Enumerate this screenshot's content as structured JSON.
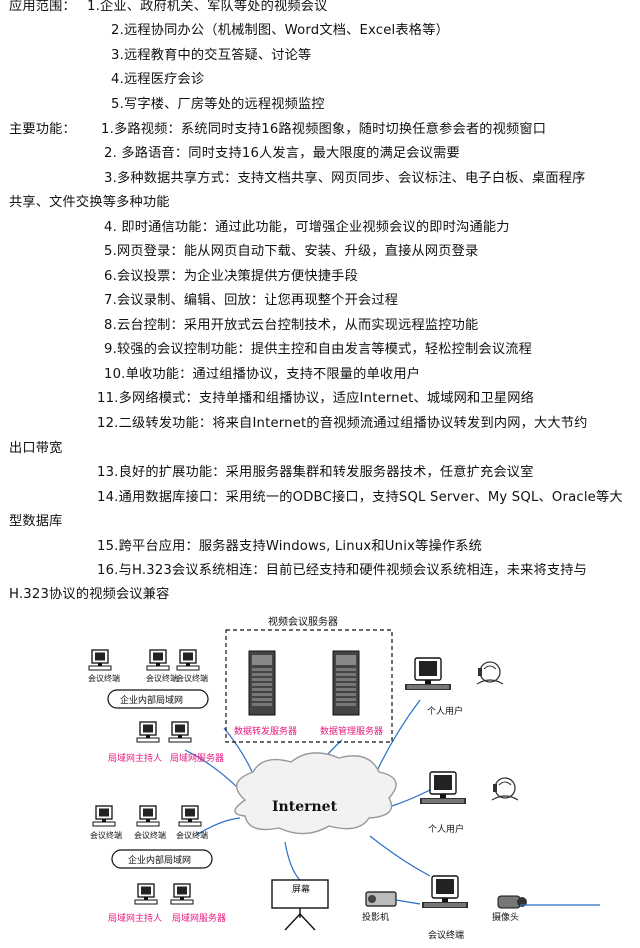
{
  "lines": [
    {
      "label": "应用范围：",
      "text": "1.企业、政府机关、军队等处的视频会议"
    },
    {
      "text": "2.远程协同办公（机械制图、Word文档、Excel表格等）"
    },
    {
      "text": "3.远程教育中的交互答疑、讨论等"
    },
    {
      "text": "4.远程医疗会诊"
    },
    {
      "text": "5.写字楼、厂房等处的远程视频监控"
    },
    {
      "label": "主要功能：",
      "text": "1.多路视频：系统同时支持16路视频图象，随时切换任意参会者的视频窗口"
    },
    {
      "text": "2. 多路语音：同时支持16人发言，最大限度的满足会议需要"
    },
    {
      "text": "3.多种数据共享方式：支持文档共享、网页同步、会议标注、电子白板、桌面程序"
    },
    {
      "text": "共享、文件交换等多种功能"
    },
    {
      "text": "4. 即时通信功能：通过此功能，可增强企业视频会议的即时沟通能力"
    },
    {
      "text": "5.网页登录：能从网页自动下载、安装、升级，直接从网页登录"
    },
    {
      "text": "6.会议投票：为企业决策提供方便快捷手段"
    },
    {
      "text": "7.会议录制、编辑、回放：让您再现整个开会过程"
    },
    {
      "text": "8.云台控制：采用开放式云台控制技术，从而实现远程监控功能"
    },
    {
      "text": "9.较强的会议控制功能：提供主控和自由发言等模式，轻松控制会议流程"
    },
    {
      "text": "10.单收功能：通过组播协议，支持不限量的单收用户"
    },
    {
      "text": "11.多网络模式：支持单播和组播协议，适应Internet、城域网和卫星网络"
    },
    {
      "text": "12.二级转发功能：将来自Internet的音视频流通过组播协议转发到内网，大大节约"
    },
    {
      "text": "出口带宽"
    },
    {
      "text": "13.良好的扩展功能：采用服务器集群和转发服务器技术，任意扩充会议室"
    },
    {
      "text": "14.通用数据库接口：采用统一的ODBC接口，支持SQL Server、My SQL、Oracle等大"
    },
    {
      "text": "型数据库"
    },
    {
      "text": "15.跨平台应用：服务器支持Windows, Linux和Unix等操作系统"
    },
    {
      "text": "16.与H.323会议系统相连：目前已经支持和硬件视频会议系统相连，未来将支持与"
    },
    {
      "text": "H.323协议的视频会议兼容"
    }
  ],
  "diagram": {
    "server_box_title": "视频会议服务器",
    "data_forward_server": "数据转发服务器",
    "data_manage_server": "数据管理服务器",
    "internet": "Internet",
    "personal_user_1": "个人用户",
    "personal_user_2": "个人用户",
    "lan_top": "企业内部局域网",
    "lan_bottom": "企业内部局域网",
    "terminal_label": "会议终端",
    "lan_host_top": "局域网主持人",
    "lan_server_top": "局域网服务器",
    "lan_host_bottom": "局域网主持人",
    "lan_server_bottom": "局域网服务器",
    "screen": "屏幕",
    "projector": "投影机",
    "meeting_terminal": "会议终端",
    "camera": "摄像头",
    "accent_pink": "#e8197e",
    "line_blue": "#2b6fc7"
  }
}
